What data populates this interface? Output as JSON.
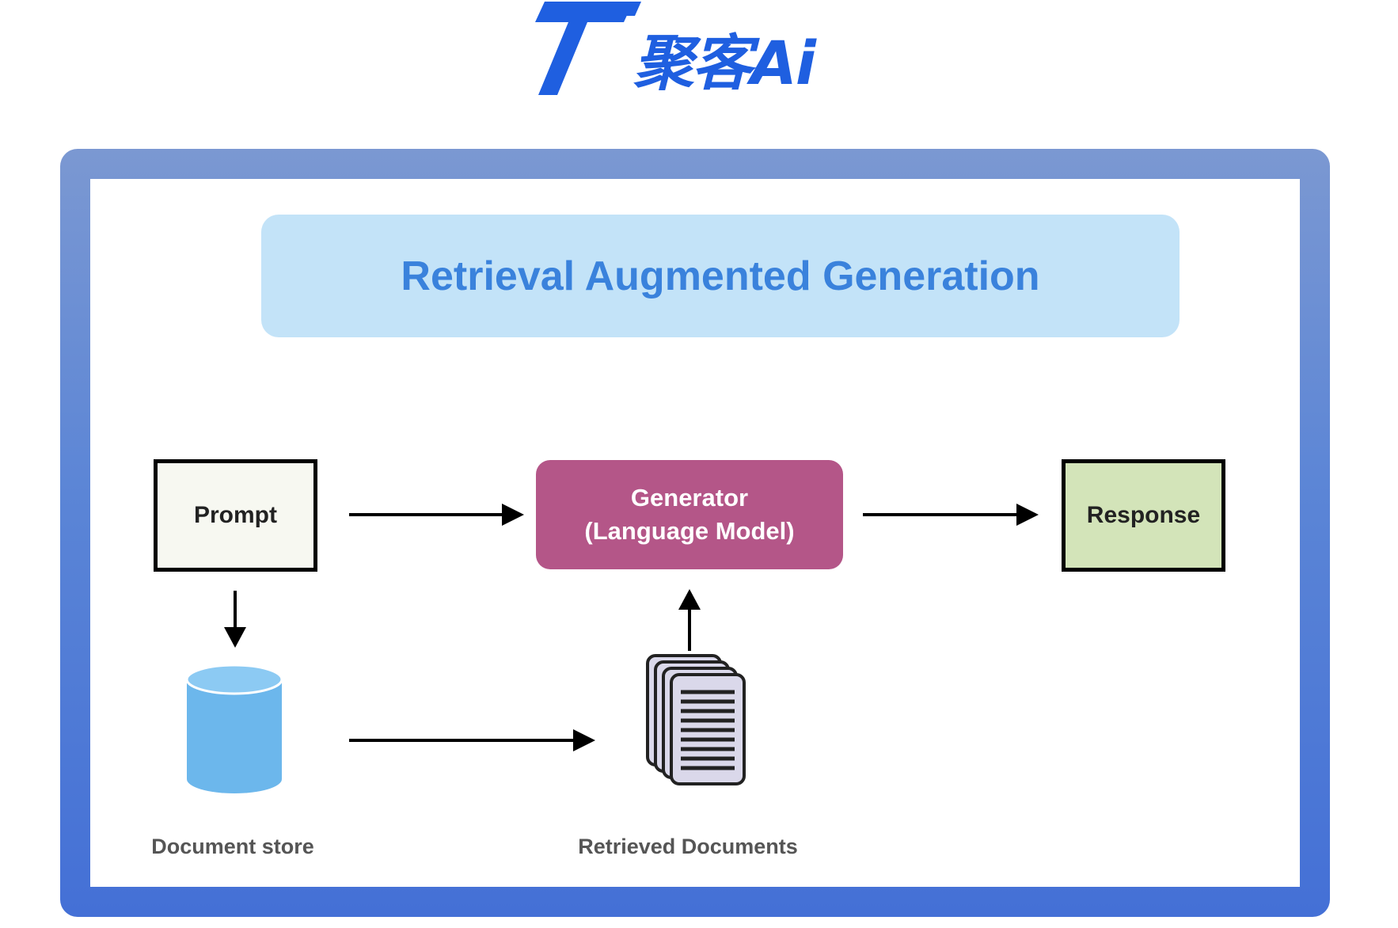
{
  "logo": {
    "text": "聚客Ai",
    "color": "#1f5fe0"
  },
  "diagram": {
    "title": "Retrieval Augmented Generation",
    "nodes": {
      "prompt": "Prompt",
      "generator_line1": "Generator",
      "generator_line2": "(Language Model)",
      "response": "Response",
      "document_store": "Document store",
      "retrieved_documents": "Retrieved Documents"
    },
    "edges": [
      {
        "from": "Prompt",
        "to": "Generator"
      },
      {
        "from": "Generator",
        "to": "Response"
      },
      {
        "from": "Prompt",
        "to": "Document store"
      },
      {
        "from": "Document store",
        "to": "Retrieved Documents"
      },
      {
        "from": "Retrieved Documents",
        "to": "Generator"
      }
    ],
    "colors": {
      "frame": "#4470d6",
      "title_banner": "#c3e3f8",
      "title_text": "#3a82dc",
      "generator": "#b45688",
      "response": "#d3e4b9",
      "prompt": "#f7f8f1",
      "database": "#6cb7ec"
    },
    "icons": {
      "document_store": "database-icon",
      "retrieved_documents": "document-stack-icon"
    }
  }
}
